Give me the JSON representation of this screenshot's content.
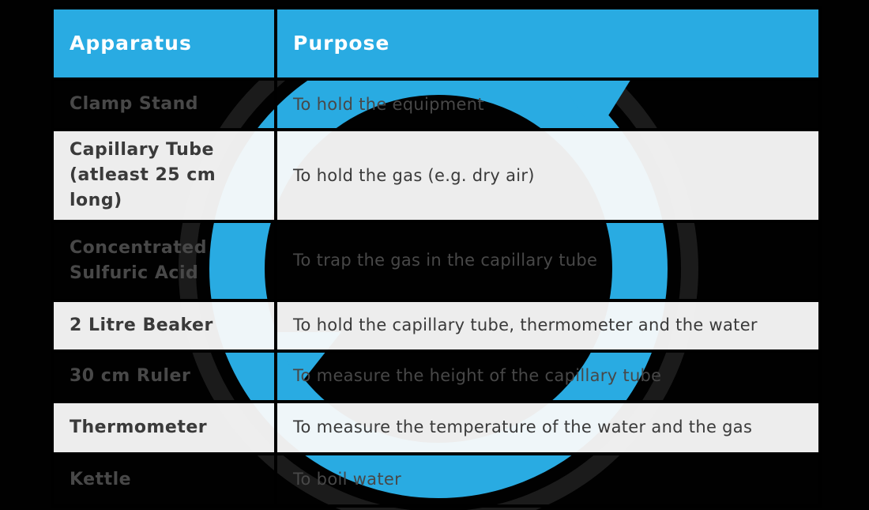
{
  "page": {
    "background_color": "#010101",
    "accent_color": "#29abe2",
    "watermark": "circular-logo-swoosh"
  },
  "table": {
    "header": {
      "apparatus": "Apparatus",
      "purpose": "Purpose",
      "bg_color": "#29abe2",
      "text_color": "#ffffff"
    },
    "rows": [
      {
        "apparatus": "Clamp Stand",
        "purpose": "To hold the equipment",
        "variant": "dark"
      },
      {
        "apparatus": "Capillary Tube\n(atleast 25 cm long)",
        "purpose": "To hold the gas (e.g. dry air)",
        "variant": "light"
      },
      {
        "apparatus": "Concentrated\nSulfuric Acid",
        "purpose": "To trap the gas in the capillary tube",
        "variant": "dark"
      },
      {
        "apparatus": "2 Litre Beaker",
        "purpose": "To hold the capillary tube, thermometer and the water",
        "variant": "light"
      },
      {
        "apparatus": "30 cm Ruler",
        "purpose": "To measure the height of the capillary tube",
        "variant": "dark"
      },
      {
        "apparatus": "Thermometer",
        "purpose": "To measure the temperature of the water and the gas",
        "variant": "light"
      },
      {
        "apparatus": "Kettle",
        "purpose": "To boil water",
        "variant": "dark"
      }
    ]
  }
}
